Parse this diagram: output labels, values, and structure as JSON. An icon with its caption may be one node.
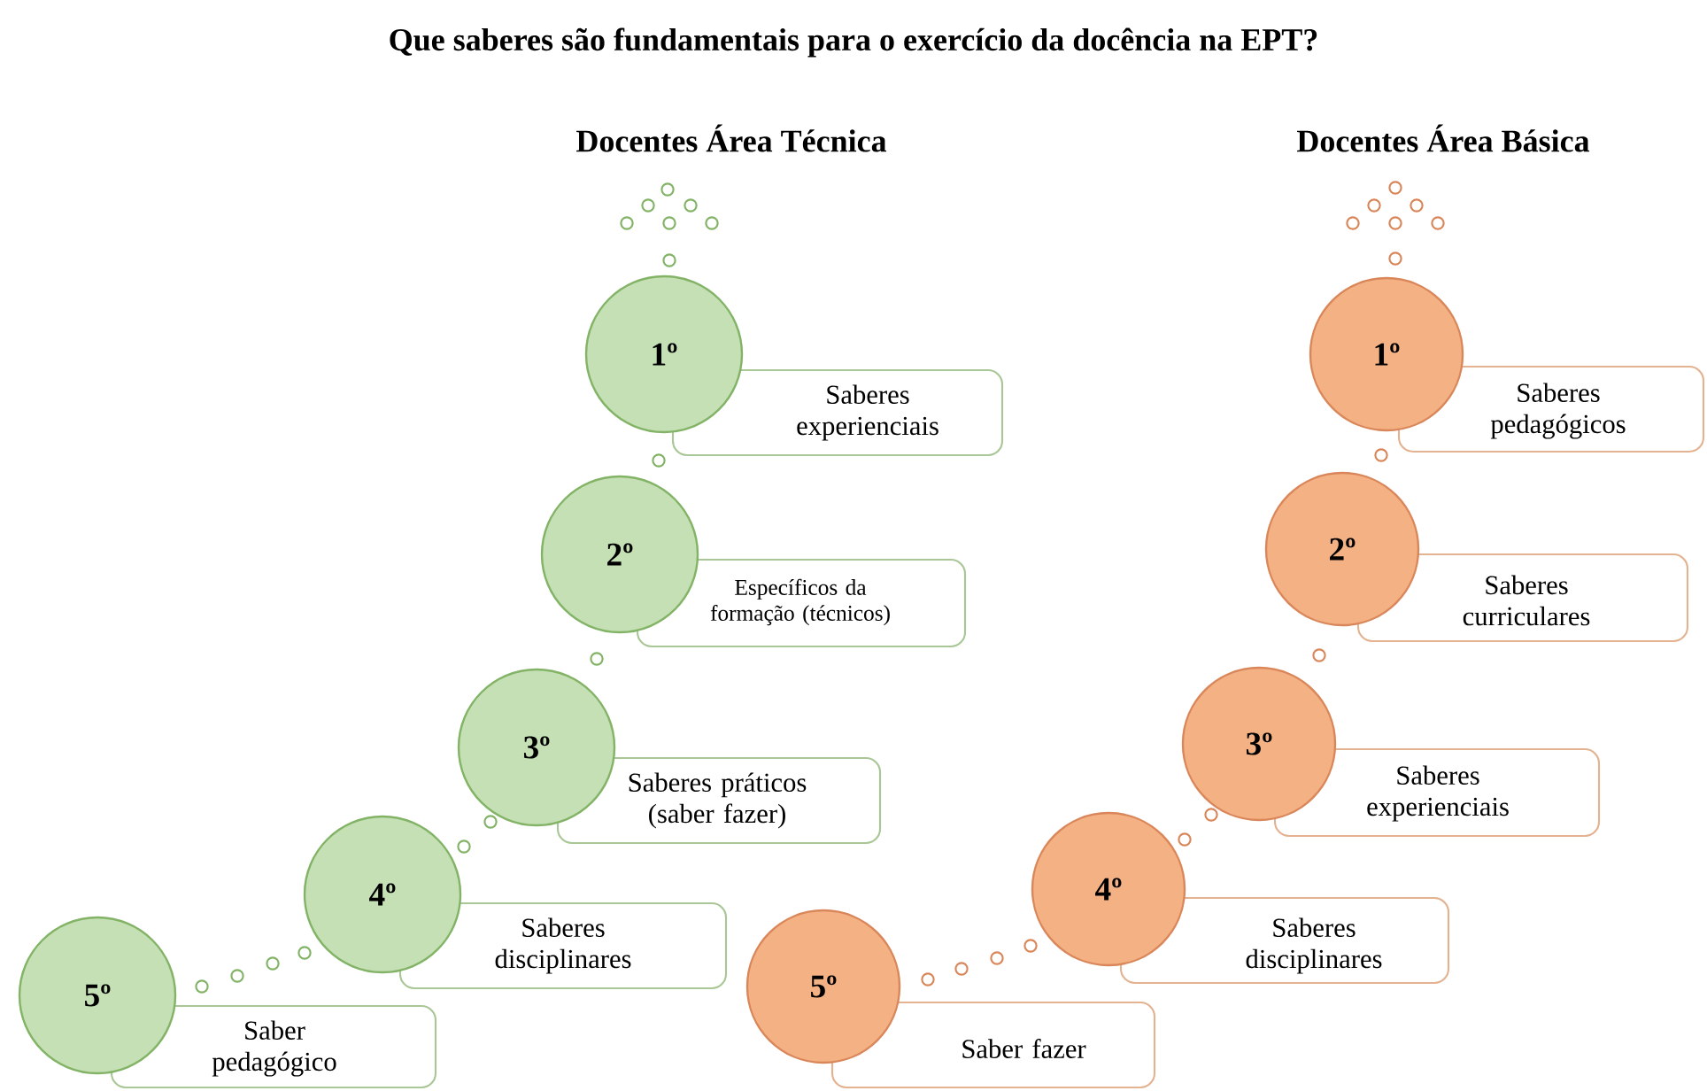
{
  "diagram": {
    "title": "Que saberes são fundamentais para o exercício da docência na EPT?",
    "nodes": [
      {
        "text": [
          "1º"
        ]
      },
      {
        "text": [
          "Saberes experienciais"
        ]
      },
      {
        "text": [
          "2º"
        ]
      },
      {
        "text": [
          "Específicos da formação (técnicos)"
        ]
      },
      {
        "text": [
          "3º"
        ]
      },
      {
        "text": [
          "Saberes práticos (saber fazer)"
        ]
      },
      {
        "text": [
          "4º"
        ]
      },
      {
        "text": [
          "Saberes disciplinares"
        ]
      },
      {
        "text": [
          "5º"
        ]
      },
      {
        "text": [
          "Saber pedagógico"
        ]
      },
      {
        "text": [
          "1º"
        ]
      },
      {
        "text": [
          "Saberes pedagógicos"
        ]
      },
      {
        "text": [
          "2º"
        ]
      },
      {
        "text": [
          "Saberes curriculares"
        ]
      },
      {
        "text": [
          "3º"
        ]
      },
      {
        "text": [
          "Saberes experienciais"
        ]
      },
      {
        "text": [
          "4º"
        ]
      },
      {
        "text": [
          "Saberes disciplinares"
        ]
      },
      {
        "text": [
          "5º"
        ]
      },
      {
        "text": [
          "Saber fazer"
        ]
      }
    ],
    "labels": [
      "Docentes Área Técnica",
      "Docentes Área Básica"
    ]
  }
}
